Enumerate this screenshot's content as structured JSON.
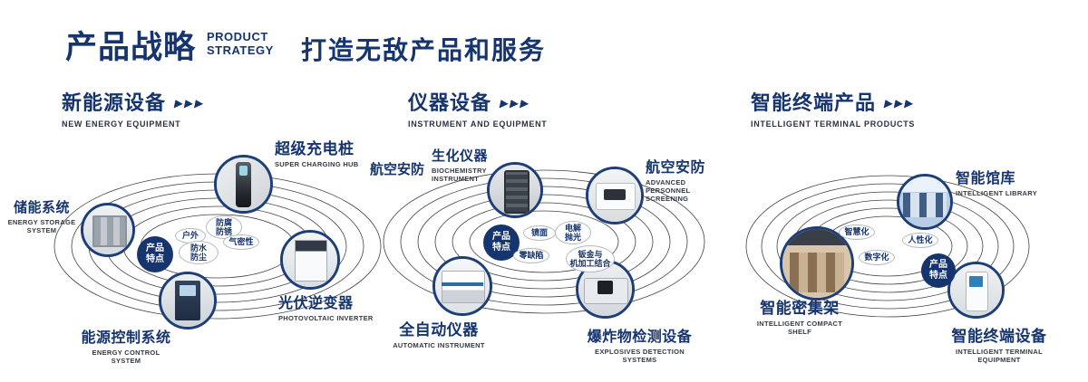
{
  "header": {
    "title": "产品战略",
    "subtitle_line1": "PRODUCT",
    "subtitle_line2": "STRATEGY",
    "slogan": "打造无敌产品和服务"
  },
  "chevrons": "▶▶▶",
  "colors": {
    "primary": "#16356e",
    "ring": "#2e2e2e"
  },
  "sections": [
    {
      "title": "新能源设备",
      "subtitle": "NEW ENERGY EQUIPMENT",
      "badge": "产品特点",
      "tags": [
        "户外",
        "防腐\n防锈",
        "气密性",
        "防水\n防尘"
      ],
      "products": [
        {
          "name": "储能系统",
          "en": "ENERGY STORAGE SYSTEM"
        },
        {
          "name": "超级充电桩",
          "en": "SUPER CHARGING HUB"
        },
        {
          "name": "光伏逆变器",
          "en": "PHOTOVOLTAIC INVERTER"
        },
        {
          "name": "能源控制系统",
          "en": "ENERGY CONTROL SYSTEM"
        }
      ]
    },
    {
      "title": "仪器设备",
      "subtitle": "INSTRUMENT AND EQUIPMENT",
      "badge": "产品特点",
      "side_label": "航空安防",
      "tags": [
        "镜面",
        "电解\n抛光",
        "零缺陷",
        "钣金与\n机加工结合"
      ],
      "products": [
        {
          "name": "生化仪器",
          "en": "BIOCHEMISTRY INSTRUMENT"
        },
        {
          "name": "航空安防",
          "en": "ADVANCED PERSONNEL SCREENING"
        },
        {
          "name": "全自动仪器",
          "en": "AUTOMATIC INSTRUMENT"
        },
        {
          "name": "爆炸物检测设备",
          "en": "EXPLOSIVES DETECTION SYSTEMS"
        }
      ]
    },
    {
      "title": "智能终端产品",
      "subtitle": "INTELLIGENT TERMINAL PRODUCTS",
      "badge": "产品特点",
      "tags": [
        "智慧化",
        "人性化",
        "数字化"
      ],
      "products": [
        {
          "name": "智能馆库",
          "en": "INTELLIGENT LIBRARY"
        },
        {
          "name": "智能密集架",
          "en": "INTELLIGENT COMPACT SHELF"
        },
        {
          "name": "智能终端设备",
          "en": "INTELLIGENT TERMINAL EQUIPMENT"
        }
      ]
    }
  ]
}
